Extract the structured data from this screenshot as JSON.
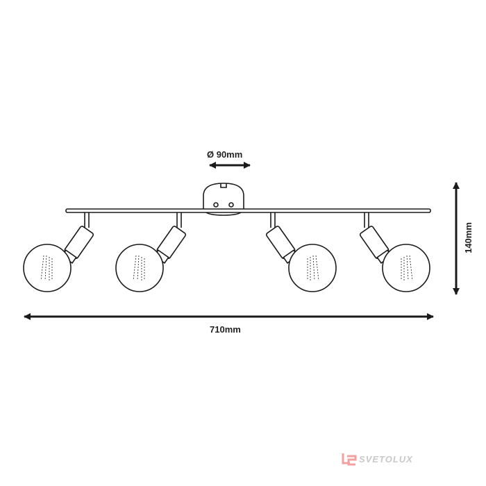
{
  "dimensions": {
    "canopy_diameter": "Ø 90mm",
    "total_width": "710mm",
    "height": "140mm"
  },
  "lamp_count": 4,
  "logo": {
    "text": "SVETOLUX",
    "accent_color": "#f2a0a0"
  },
  "colors": {
    "line": "#1a1a1a"
  }
}
